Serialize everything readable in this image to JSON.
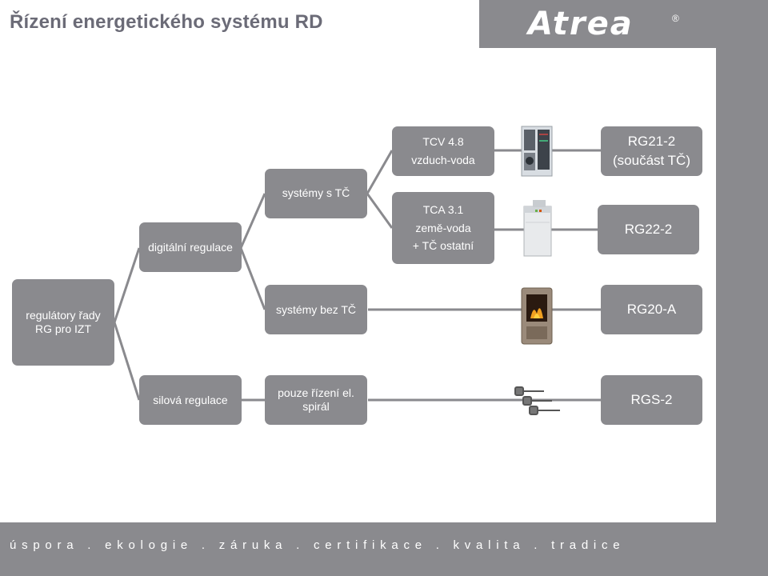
{
  "header": {
    "title": "Řízení energetického systému RD"
  },
  "logo": {
    "text": "Atrea",
    "reg": "®"
  },
  "diagram": {
    "root": {
      "line1": "regulátory řady",
      "line2": "RG pro IZT"
    },
    "digital": "digitální regulace",
    "power": "silová regulace",
    "with_hp": "systémy s TČ",
    "without_hp": "systémy bez TČ",
    "spiral": {
      "line1": "pouze řízení el.",
      "line2": "spirál"
    },
    "tcv": {
      "line1": "TCV 4.8",
      "line2": "vzduch-voda"
    },
    "tca": {
      "line1": "TCA 3.1",
      "line2": "země-voda",
      "line3": "+ TČ ostatní"
    },
    "rg21": {
      "line1": "RG21-2",
      "line2": "(součást TČ)"
    },
    "rg22": "RG22-2",
    "rg20": "RG20-A",
    "rgs": "RGS-2"
  },
  "footer": {
    "slogan": "úspora . ekologie . záruka . certifikace . kvalita . tradice"
  }
}
